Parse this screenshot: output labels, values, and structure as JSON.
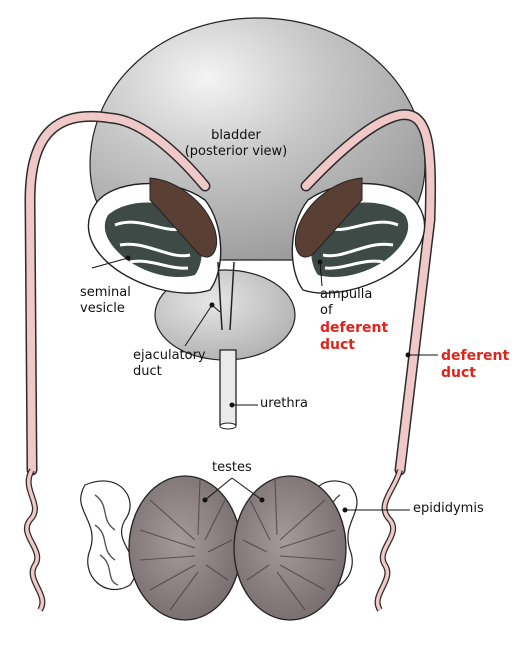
{
  "labels": {
    "bladder": "bladder\n(posterior view)",
    "seminal_vesicle": "seminal\nvesicle",
    "ampulla": "ampulla\nof",
    "deferent_duct_left": "deferent\nduct",
    "deferent_duct_right": "deferent\nduct",
    "ejaculatory_duct": "ejaculatory\nduct",
    "urethra": "urethra",
    "testes": "testes",
    "epididymis": "epididymis"
  },
  "colors": {
    "bladder": "#c9c9c9",
    "duct": "#f0c8c8",
    "vesicle": "#3d4a46",
    "testis": "#8b7e80",
    "highlight": "#e2231a"
  }
}
